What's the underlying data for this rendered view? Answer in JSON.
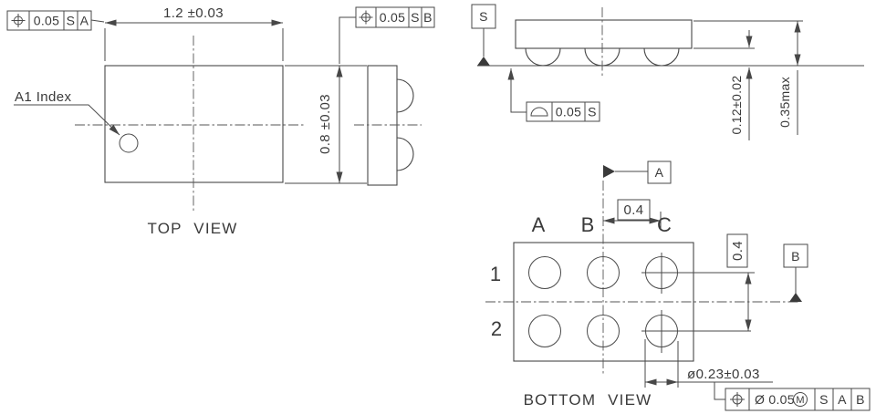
{
  "top_view": {
    "label": "TOP VIEW",
    "a1_index": "A1 Index",
    "dim_width": "1.2 ±0.03",
    "dim_height": "0.8 ±0.03",
    "fcf_a": {
      "tol": "0.05",
      "ref1": "S",
      "ref2": "A"
    },
    "fcf_b": {
      "tol": "0.05",
      "ref1": "S",
      "ref2": "B"
    }
  },
  "side_view": {
    "datum": "S",
    "fcf_seating": {
      "tol": "0.05",
      "ref1": "S"
    },
    "dim_standoff": "0.12±0.02",
    "dim_height": "0.35max"
  },
  "bottom_view": {
    "label": "BOTTOM VIEW",
    "col_labels": [
      "A",
      "B",
      "C"
    ],
    "row_labels": [
      "1",
      "2"
    ],
    "dim_pitch_x": "0.4",
    "dim_pitch_y": "0.4",
    "datum_a": "A",
    "datum_b": "B",
    "dim_ball": "ø0.23±0.03",
    "fcf_position": {
      "tol": "Ø 0.05",
      "modifier": "M",
      "ref1": "S",
      "ref2": "A",
      "ref3": "B"
    }
  },
  "colors": {
    "line": "#474747",
    "text": "#3a3a3a",
    "background": "#ffffff"
  }
}
